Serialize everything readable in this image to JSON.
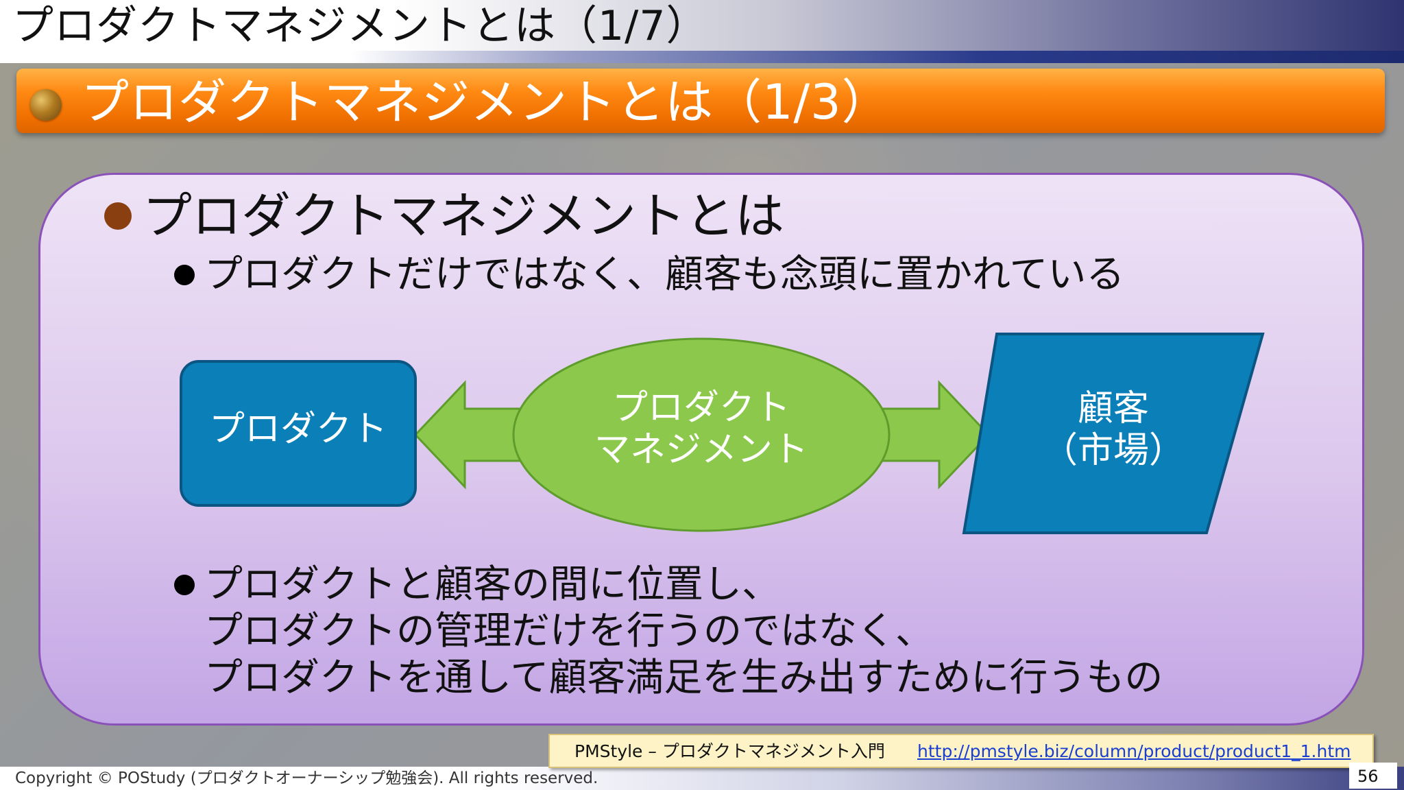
{
  "slide": {
    "title": "プロダクトマネジメントとは（1/7）",
    "section_header": "プロダクトマネジメントとは（1/3）",
    "main_point": "プロダクトマネジメントとは",
    "sub_point_1": "プロダクトだけではなく、顧客も念頭に置かれている",
    "sub_point_2": {
      "line1": "プロダクトと顧客の間に位置し、",
      "line2": "プロダクトの管理だけを行うのではなく、",
      "line3": "プロダクトを通して顧客満足を生み出すために行うもの"
    },
    "diagram": {
      "left_box": "プロダクト",
      "center_line1": "プロダクト",
      "center_line2": "マネジメント",
      "right_line1": "顧客",
      "right_line2": "（市場）"
    },
    "source": {
      "label": "PMStyle – プロダクトマネジメント入門",
      "url": "http://pmstyle.biz/column/product/product1_1.htm"
    },
    "copyright": "Copyright © POStudy (プロダクトオーナーシップ勉強会).  All rights reserved.",
    "page_number": "56"
  },
  "colors": {
    "orange_header": "#f07000",
    "panel_fill": "#dcc8f0",
    "panel_border": "#8a52b8",
    "box_blue": "#0a7fb8",
    "arrow_green": "#8cc84b",
    "link_blue": "#1a3fd0"
  }
}
